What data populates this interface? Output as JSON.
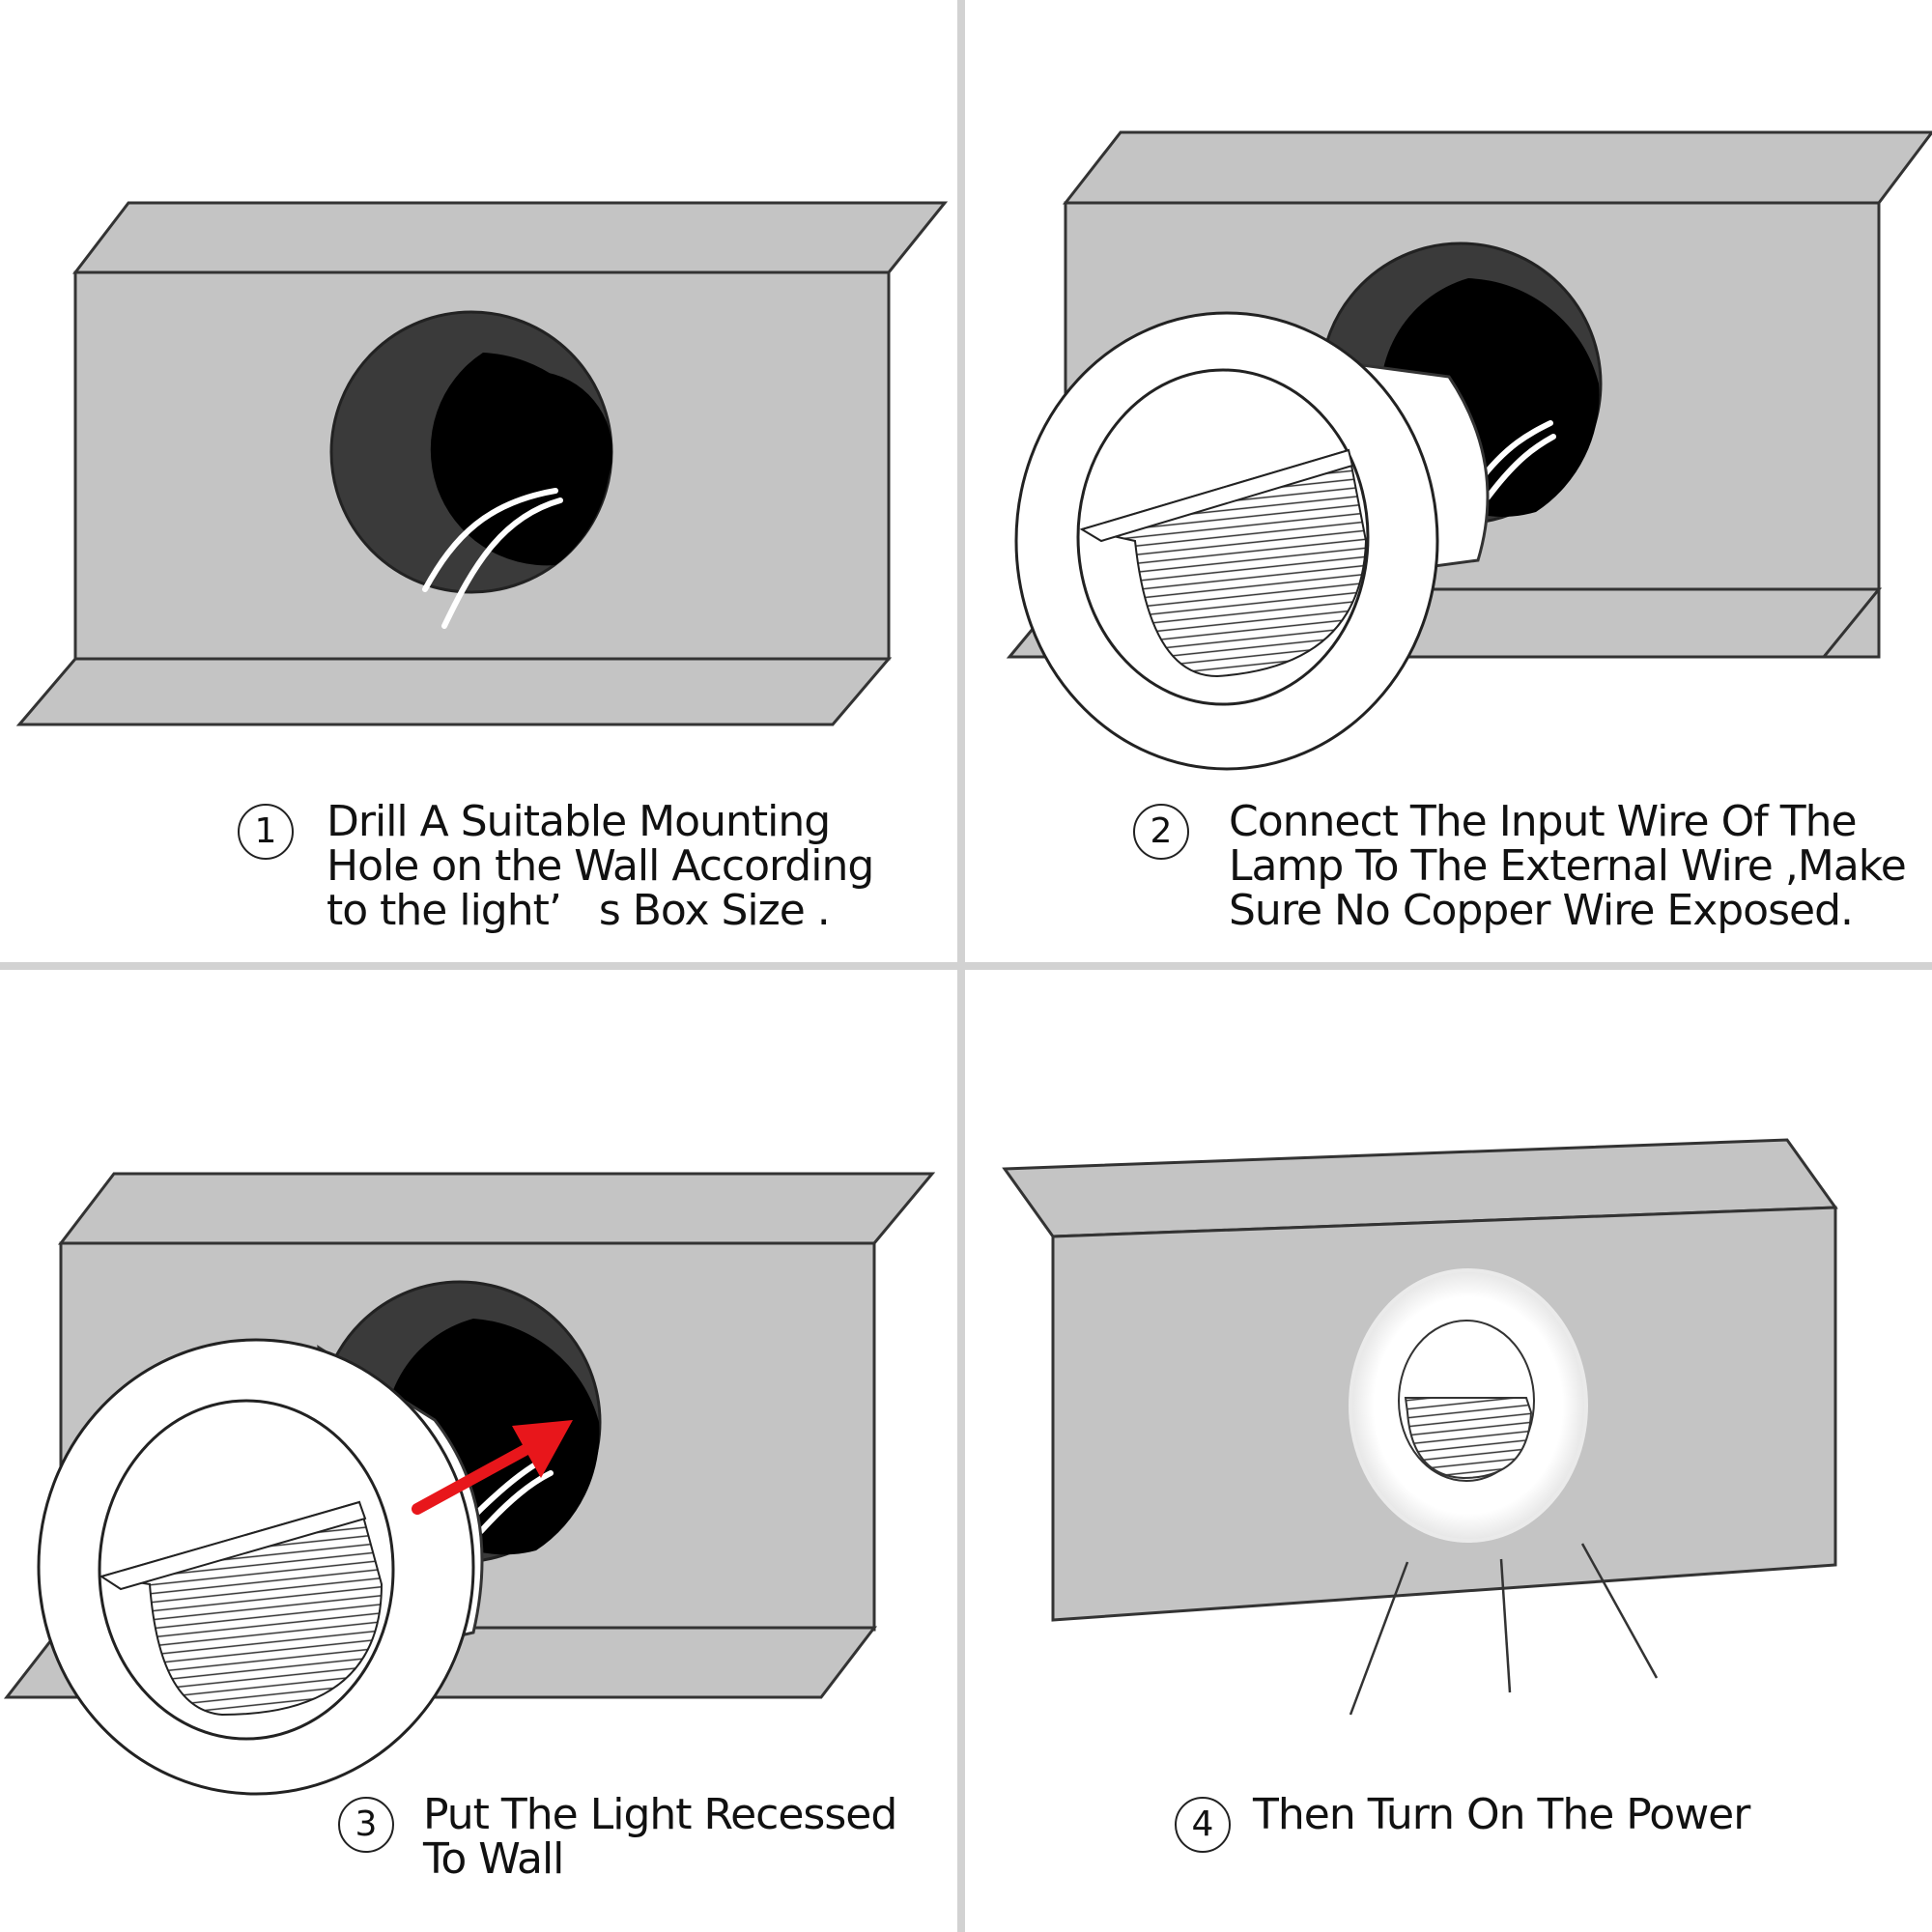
{
  "steps": [
    {
      "number": "1",
      "lines": [
        "Drill A Suitable Mounting",
        "Hole on the Wall According",
        "to the light’   s Box Size ."
      ]
    },
    {
      "number": "2",
      "lines": [
        "Connect The Input Wire Of The",
        "Lamp To The External Wire ,Make",
        "Sure No Copper Wire Exposed."
      ]
    },
    {
      "number": "3",
      "lines": [
        "Put The Light Recessed",
        "To Wall"
      ]
    },
    {
      "number": "4",
      "lines": [
        "Then Turn On The Power"
      ]
    }
  ],
  "colors": {
    "wall": "#c4c4c4",
    "wall_outline": "#333333",
    "hole_outer": "#3a3a3a",
    "hole_inner": "#000000",
    "lamp_ring": "#ffffff",
    "arrow": "#e8161b",
    "divider": "#d2d2d2"
  },
  "icons": [
    "wall-panel",
    "mounting-hole",
    "wire",
    "lamp-fixture",
    "insert-arrow",
    "light-ray"
  ]
}
